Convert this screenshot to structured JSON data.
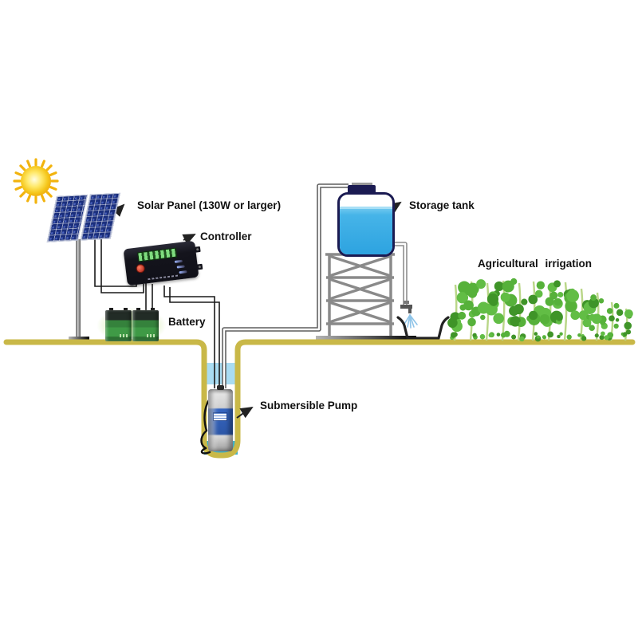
{
  "title": "Solar powered water pumping system diagram",
  "labels": {
    "solar_panel": "Solar Panel (130W or larger)",
    "controller": "Controller",
    "battery": "Battery",
    "storage_tank": "Storage tank",
    "submersible_pump": "Submersible Pump",
    "agricultural_irrigation": "Agricultural irrigation"
  },
  "colors": {
    "ground": "#c9b848",
    "well_water_top": "#a9dcf2",
    "well_water_bottom": "#3fb0c8",
    "tank_water": "#2da3e0",
    "tank_outline": "#1b1b52",
    "solar_panel_blue": "#1b2f7d",
    "plant_green": "#56b13a",
    "plant_green_dark": "#3f9428",
    "plant_stem": "#b9d687",
    "sun_yellow": "#f5c61a",
    "structure_gray": "#8a8a8a",
    "wire_black": "#1a1a1a",
    "label_text": "#111111"
  }
}
